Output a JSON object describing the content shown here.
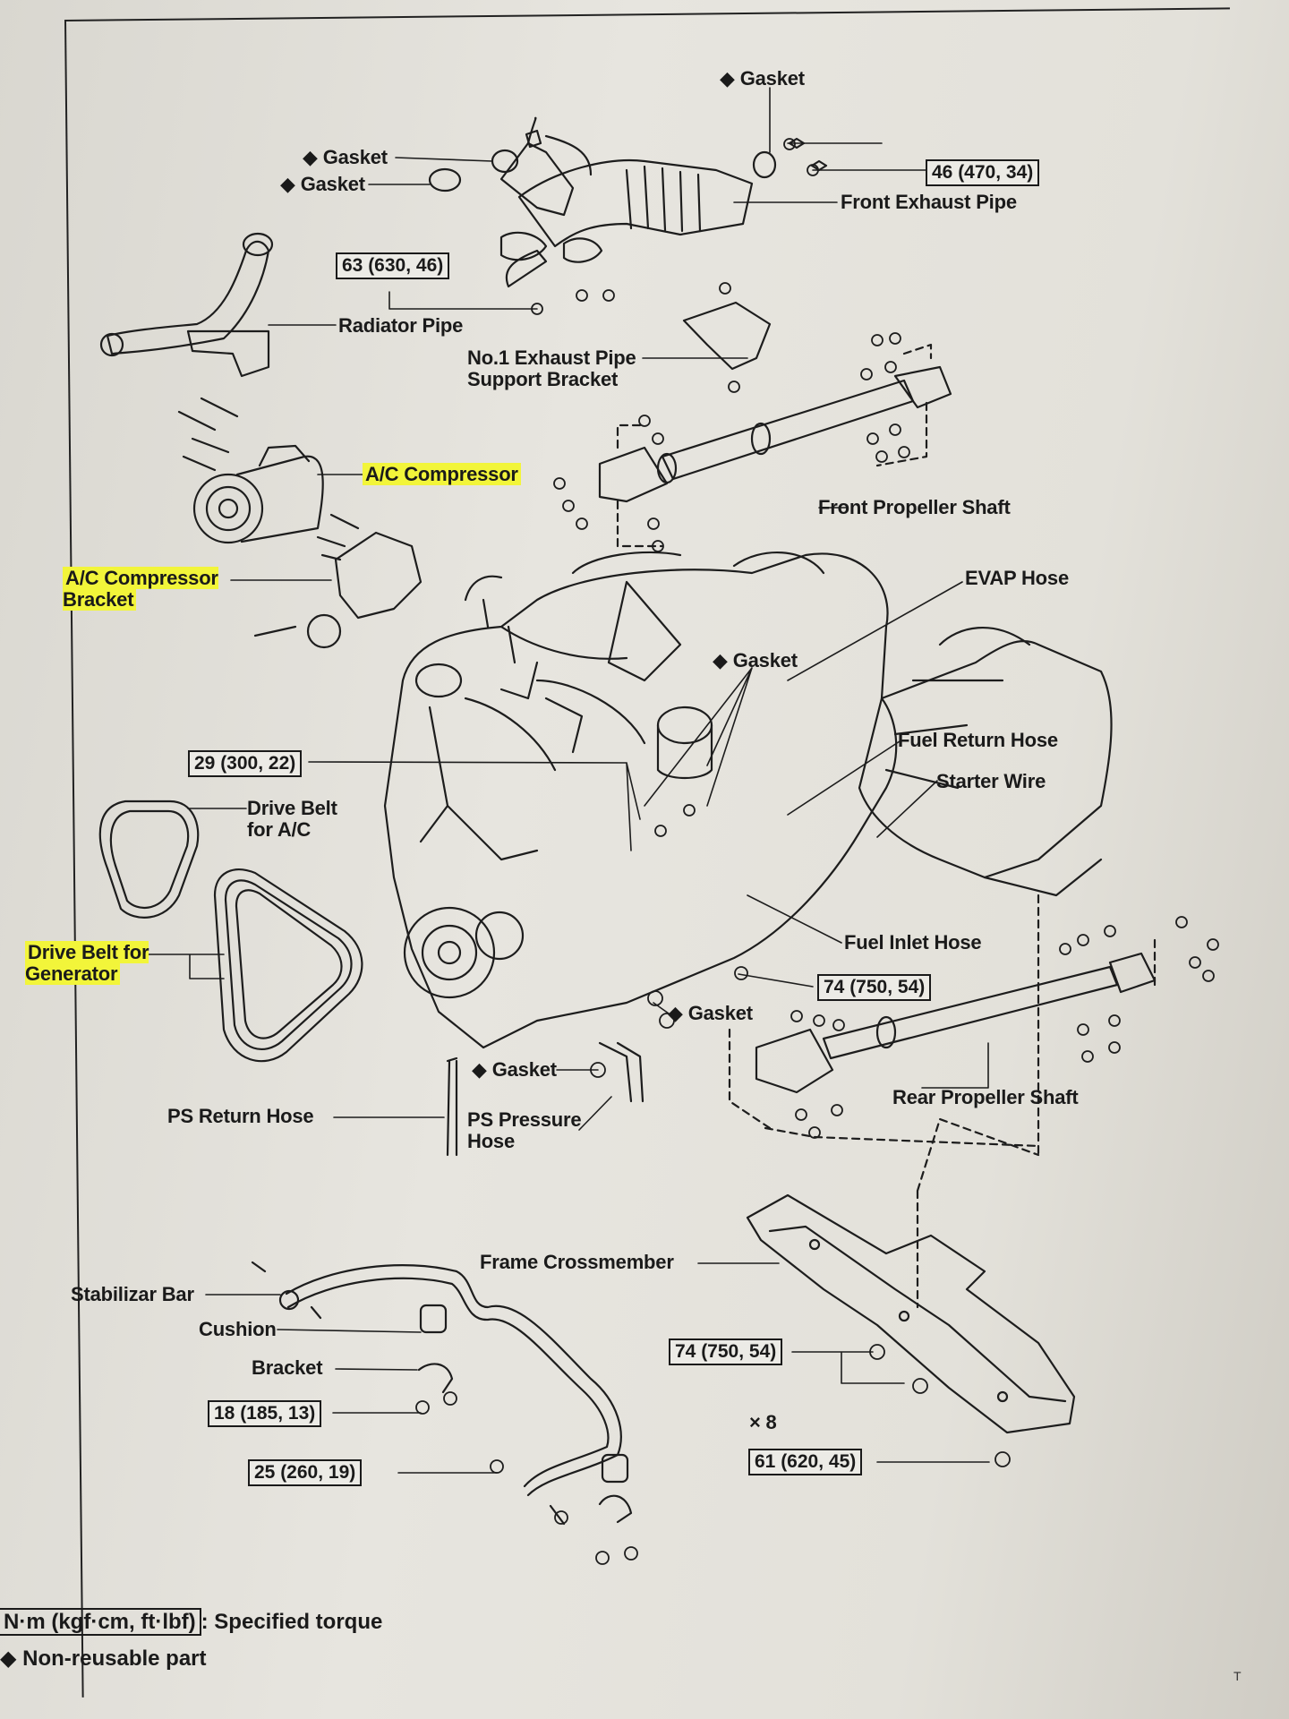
{
  "labels": {
    "gasket_top": "Gasket",
    "gasket_2": "Gasket",
    "gasket_3": "Gasket",
    "front_exhaust_pipe": "Front Exhaust Pipe",
    "radiator_pipe": "Radiator Pipe",
    "exhaust_bracket": "No.1 Exhaust Pipe Support Bracket",
    "ac_compressor": "A/C Compressor",
    "front_propeller_shaft": "Front Propeller Shaft",
    "ac_compressor_bracket": "A/C Compressor Bracket",
    "evap_hose": "EVAP Hose",
    "gasket_4": "Gasket",
    "fuel_return_hose": "Fuel Return Hose",
    "starter_wire": "Starter Wire",
    "drive_belt_ac": "Drive Belt for A/C",
    "drive_belt_generator": "Drive Belt for Generator",
    "fuel_inlet_hose": "Fuel Inlet Hose",
    "gasket_5": "Gasket",
    "gasket_6": "Gasket",
    "ps_return_hose": "PS Return Hose",
    "ps_pressure_hose": "PS Pressure Hose",
    "rear_propeller_shaft": "Rear Propeller Shaft",
    "frame_crossmember": "Frame Crossmember",
    "stabilizer_bar": "Stabilizar Bar",
    "cushion": "Cushion",
    "bracket": "Bracket",
    "multiplier": "× 8"
  },
  "torques": {
    "t46": "46 (470, 34)",
    "t63": "63 (630, 46)",
    "t29": "29 (300, 22)",
    "t74a": "74 (750, 54)",
    "t74b": "74 (750, 54)",
    "t18": "18 (185, 13)",
    "t25": "25 (260, 19)",
    "t61": "61 (620, 45)"
  },
  "legend": {
    "torque_unit": "N·m (kgf·cm, ft·lbf)",
    "torque_text": ": Specified torque",
    "nonreusable": "Non-reusable part"
  },
  "corner_mark": "T",
  "colors": {
    "highlight": "#f2f53a",
    "ink": "#1a1a1a"
  }
}
